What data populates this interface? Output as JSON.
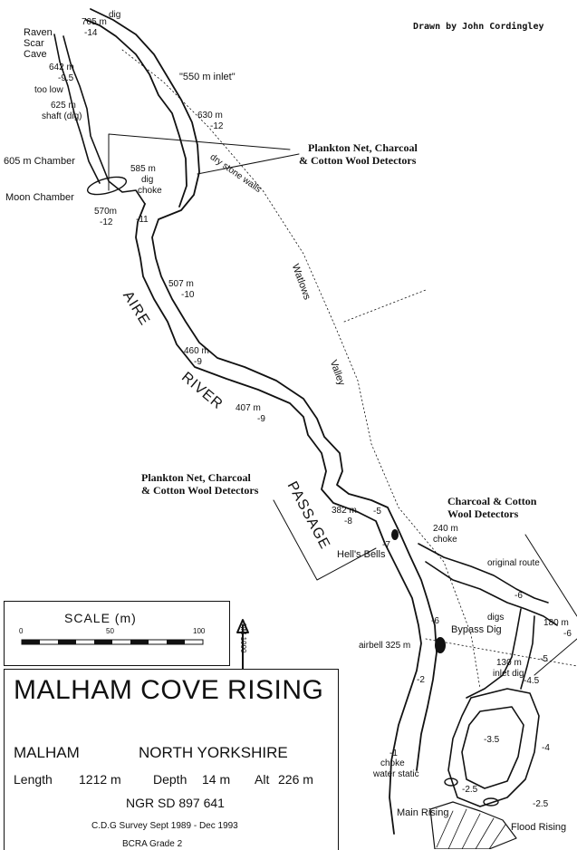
{
  "credit": "Drawn by John Cordingley",
  "labels": {
    "dig_top": "dig",
    "d705": "705 m",
    "d705_depth": "-14",
    "raven": "Raven",
    "scar": "Scar",
    "cave": "Cave",
    "d642": "642 m",
    "d642_depth": "-9.5",
    "too_low": "too low",
    "d625": "625 m",
    "shaft": "shaft (dig)",
    "inlet550": "\"550 m inlet\"",
    "d630": "630 m",
    "d630_depth": "-12",
    "plankton1_l1": "Plankton Net, Charcoal",
    "plankton1_l2": "& Cotton Wool Detectors",
    "chamber605": "605 m Chamber",
    "d585": "585 m",
    "dig585": "dig",
    "choke585": "choke",
    "dry_stone": "dry stone walls",
    "moon": "Moon Chamber",
    "d570": "570m",
    "d570_depth": "-12",
    "m11": "-11",
    "d507": "507 m",
    "d507_depth": "-10",
    "wallows": "Watlows",
    "aire": "AIRE",
    "d460": "460 m",
    "d460_depth": "-9",
    "valley": "Valley",
    "river": "RIVER",
    "d407": "407 m",
    "d407_depth": "-9",
    "plankton2_l1": "Plankton Net, Charcoal",
    "plankton2_l2": "& Cotton Wool Detectors",
    "passage": "PASSAGE",
    "charcoal_l1": "Charcoal & Cotton",
    "charcoal_l2": "Wool Detectors",
    "d382": "382 m",
    "d382_depth": "-8",
    "m5a": "-5",
    "d240": "240 m",
    "choke240": "choke",
    "hells": "Hell's Bells",
    "m7": "-7",
    "original": "original route",
    "m6a": "-6",
    "m6b": "-6",
    "digs": "digs",
    "bypass": "Bypass Dig",
    "d180": "180 m",
    "d180_depth": "-6",
    "airbell": "airbell 325 m",
    "m5b": "-5",
    "d130": "130 m",
    "inlet_dig": "inlet dig",
    "m2": "-2",
    "m45": "-4.5",
    "m35": "-3.5",
    "m4": "-4",
    "m1": "-1",
    "choke_ws": "choke",
    "water_static": "water static",
    "m25a": "-2.5",
    "m25b": "-2.5",
    "main_rising": "Main Rising",
    "flood_rising": "Flood Rising"
  },
  "north": "NM 1990",
  "scale": {
    "title": "SCALE   (m)",
    "ticks": [
      "0",
      "50",
      "100"
    ]
  },
  "title_block": {
    "main": "MALHAM COVE RISING",
    "place": "MALHAM",
    "county": "NORTH YORKSHIRE",
    "length_label": "Length",
    "length_value": "1212 m",
    "depth_label": "Depth",
    "depth_value": "14 m",
    "alt_label": "Alt",
    "alt_value": "226 m",
    "ngr": "NGR  SD 897 641",
    "survey": "C.D.G Survey Sept 1989 - Dec 1993",
    "grade": "BCRA Grade 2"
  }
}
